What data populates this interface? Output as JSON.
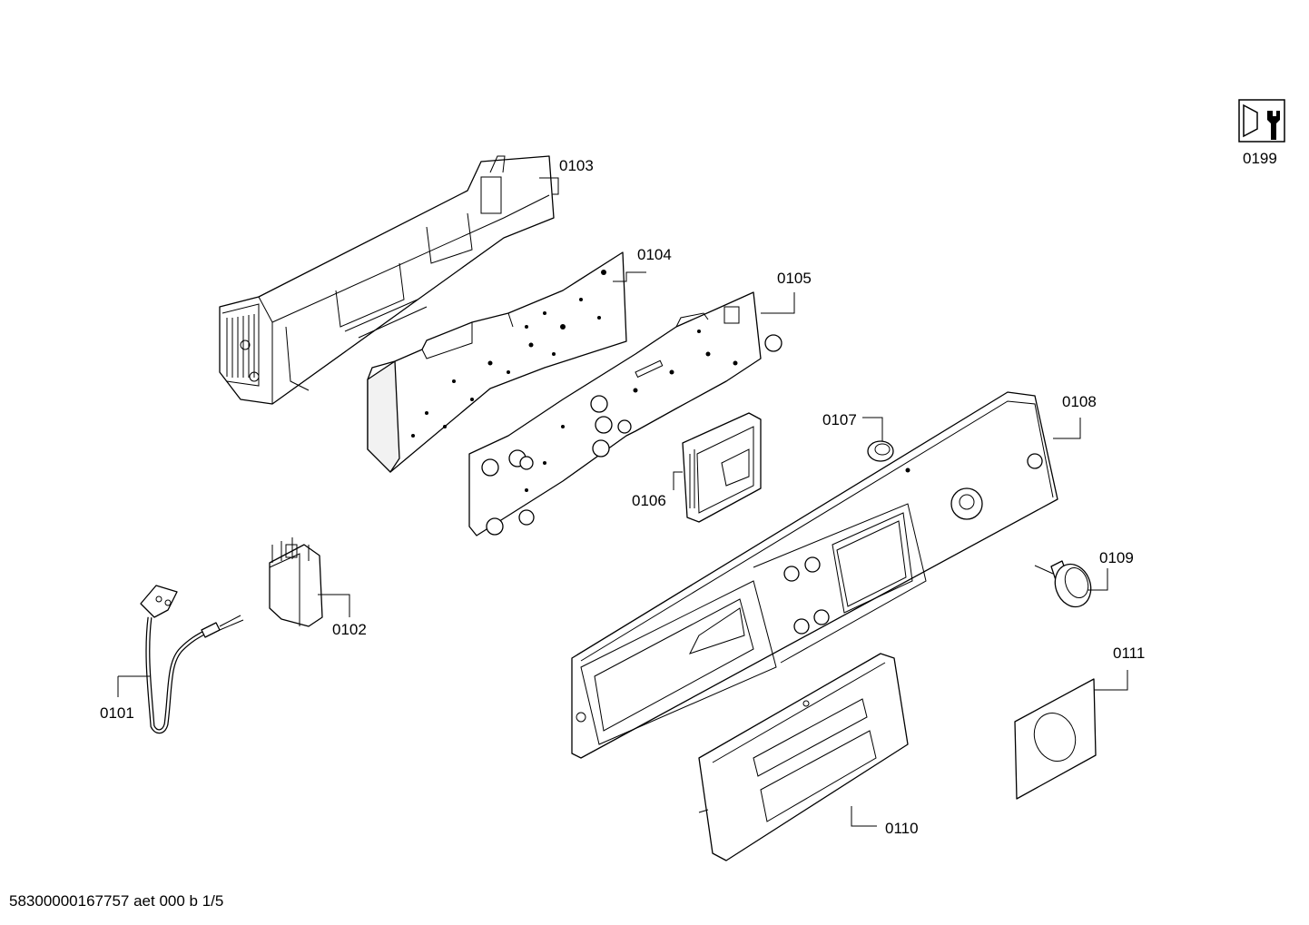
{
  "footer": {
    "text": "58300000167757 aet 000 b 1/5"
  },
  "service_icon": {
    "icon": "screwdriver-wrench-icon",
    "label": "0199"
  },
  "parts": [
    {
      "id": "0101",
      "description_icon": "power-cord-icon"
    },
    {
      "id": "0102",
      "description_icon": "filter-block-icon"
    },
    {
      "id": "0103",
      "description_icon": "module-housing-icon"
    },
    {
      "id": "0104",
      "description_icon": "circuit-board-icon"
    },
    {
      "id": "0105",
      "description_icon": "circuit-board-icon"
    },
    {
      "id": "0106",
      "description_icon": "display-holder-icon"
    },
    {
      "id": "0107",
      "description_icon": "light-guide-icon"
    },
    {
      "id": "0108",
      "description_icon": "control-panel-icon"
    },
    {
      "id": "0109",
      "description_icon": "knob-icon"
    },
    {
      "id": "0110",
      "description_icon": "drawer-front-icon"
    },
    {
      "id": "0111",
      "description_icon": "sticker-icon"
    }
  ]
}
